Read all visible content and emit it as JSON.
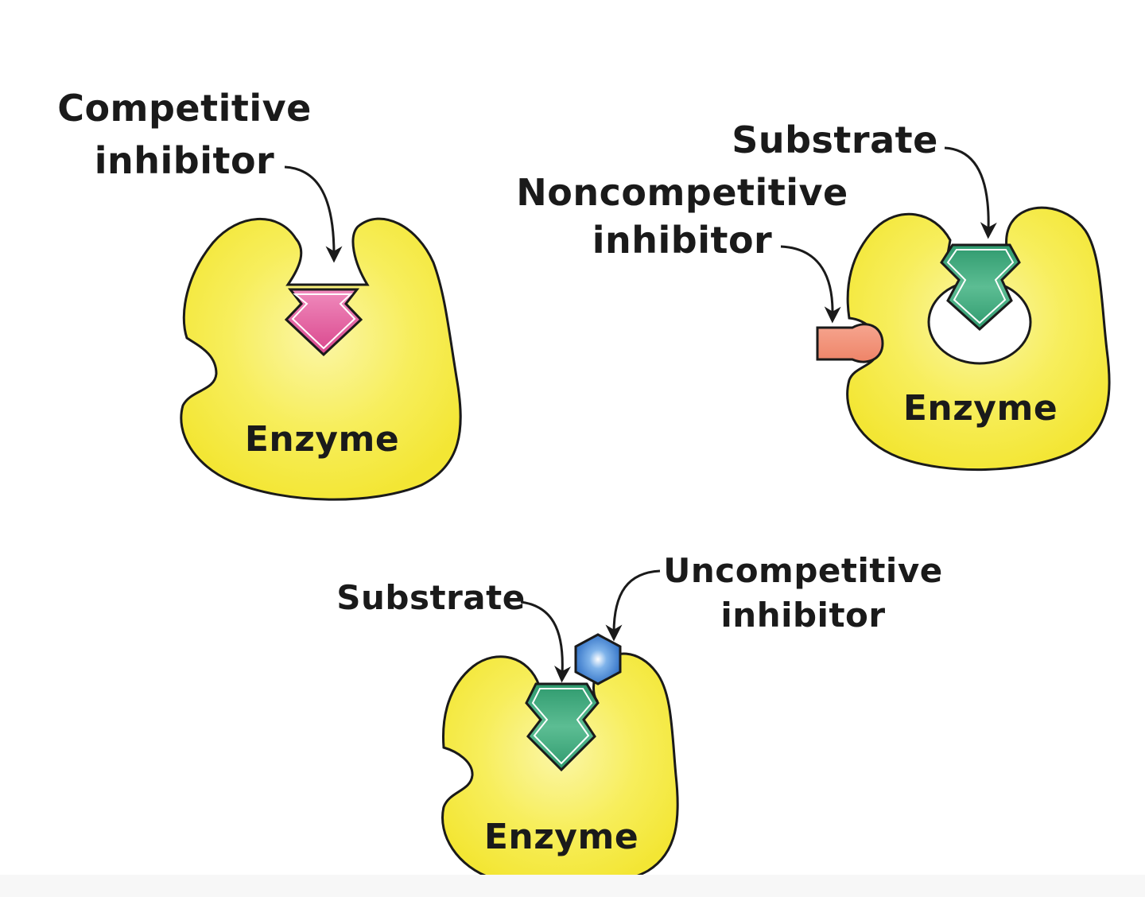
{
  "panels": {
    "competitive": {
      "inhibitor_label_line1": "Competitive",
      "inhibitor_label_line2": "inhibitor",
      "enzyme_label": "Enzyme"
    },
    "noncompetitive": {
      "substrate_label": "Substrate",
      "inhibitor_label_line1": "Noncompetitive",
      "inhibitor_label_line2": "inhibitor",
      "enzyme_label": "Enzyme"
    },
    "uncompetitive": {
      "substrate_label": "Substrate",
      "inhibitor_label_line1": "Uncompetitive",
      "inhibitor_label_line2": "inhibitor",
      "enzyme_label": "Enzyme"
    }
  },
  "colors": {
    "enzyme_fill": "#f5ea3a",
    "enzyme_highlight": "#fbf6a8",
    "competitive_inhibitor": "#e0529a",
    "substrate": "#3aa37a",
    "noncompetitive_inhibitor": "#f2907a",
    "uncompetitive_inhibitor": "#3a7fd0",
    "outline": "#1a1a1a"
  }
}
